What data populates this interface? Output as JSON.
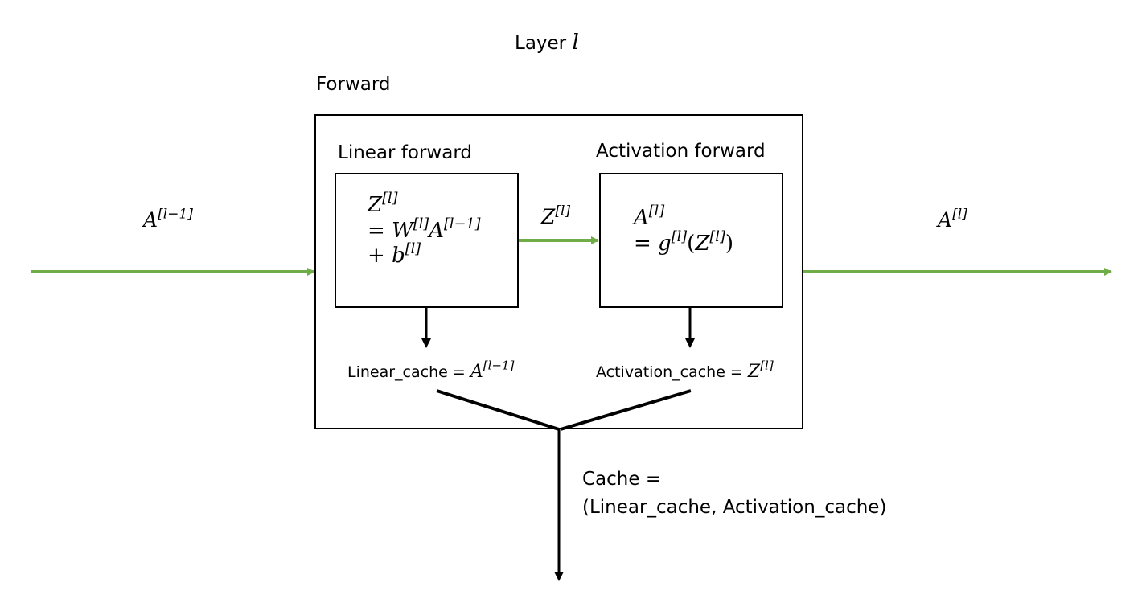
{
  "diagram": {
    "layer_title": {
      "text": "Layer ",
      "var": "l"
    },
    "forward_label": "Forward",
    "linear_forward_label": "Linear forward",
    "activation_forward_label": "Activation forward",
    "input_signal": {
      "base": "A",
      "sup": "[l−1]"
    },
    "output_signal": {
      "base": "A",
      "sup": "[l]"
    },
    "middle_signal": {
      "base": "Z",
      "sup": "[l]"
    },
    "linear_equation": {
      "line1": {
        "base": "Z",
        "sup": "[l]"
      },
      "line2": {
        "op": "= ",
        "w": "W",
        "w_sup": "[l]",
        "a": "A",
        "a_sup": "[l−1]"
      },
      "line3": {
        "op": "+ ",
        "b": "b",
        "b_sup": "[l]"
      }
    },
    "activation_equation": {
      "line1": {
        "base": "A",
        "sup": "[l]"
      },
      "line2": {
        "op": "= ",
        "g": "g",
        "g_sup": "[l]",
        "open": "(",
        "z": "Z",
        "z_sup": "[l]",
        "close": ")"
      }
    },
    "linear_cache": {
      "text": "Linear_cache = ",
      "base": "A",
      "sup": "[l−1]"
    },
    "activation_cache": {
      "text": "Activation_cache = ",
      "base": "Z",
      "sup": "[l]"
    },
    "cache_label": {
      "line1": "Cache =",
      "line2": "(Linear_cache, Activation_cache)"
    },
    "colors": {
      "signal_arrow": "#70ad47",
      "cache_arrow": "#000000",
      "box_border": "#000000"
    }
  }
}
